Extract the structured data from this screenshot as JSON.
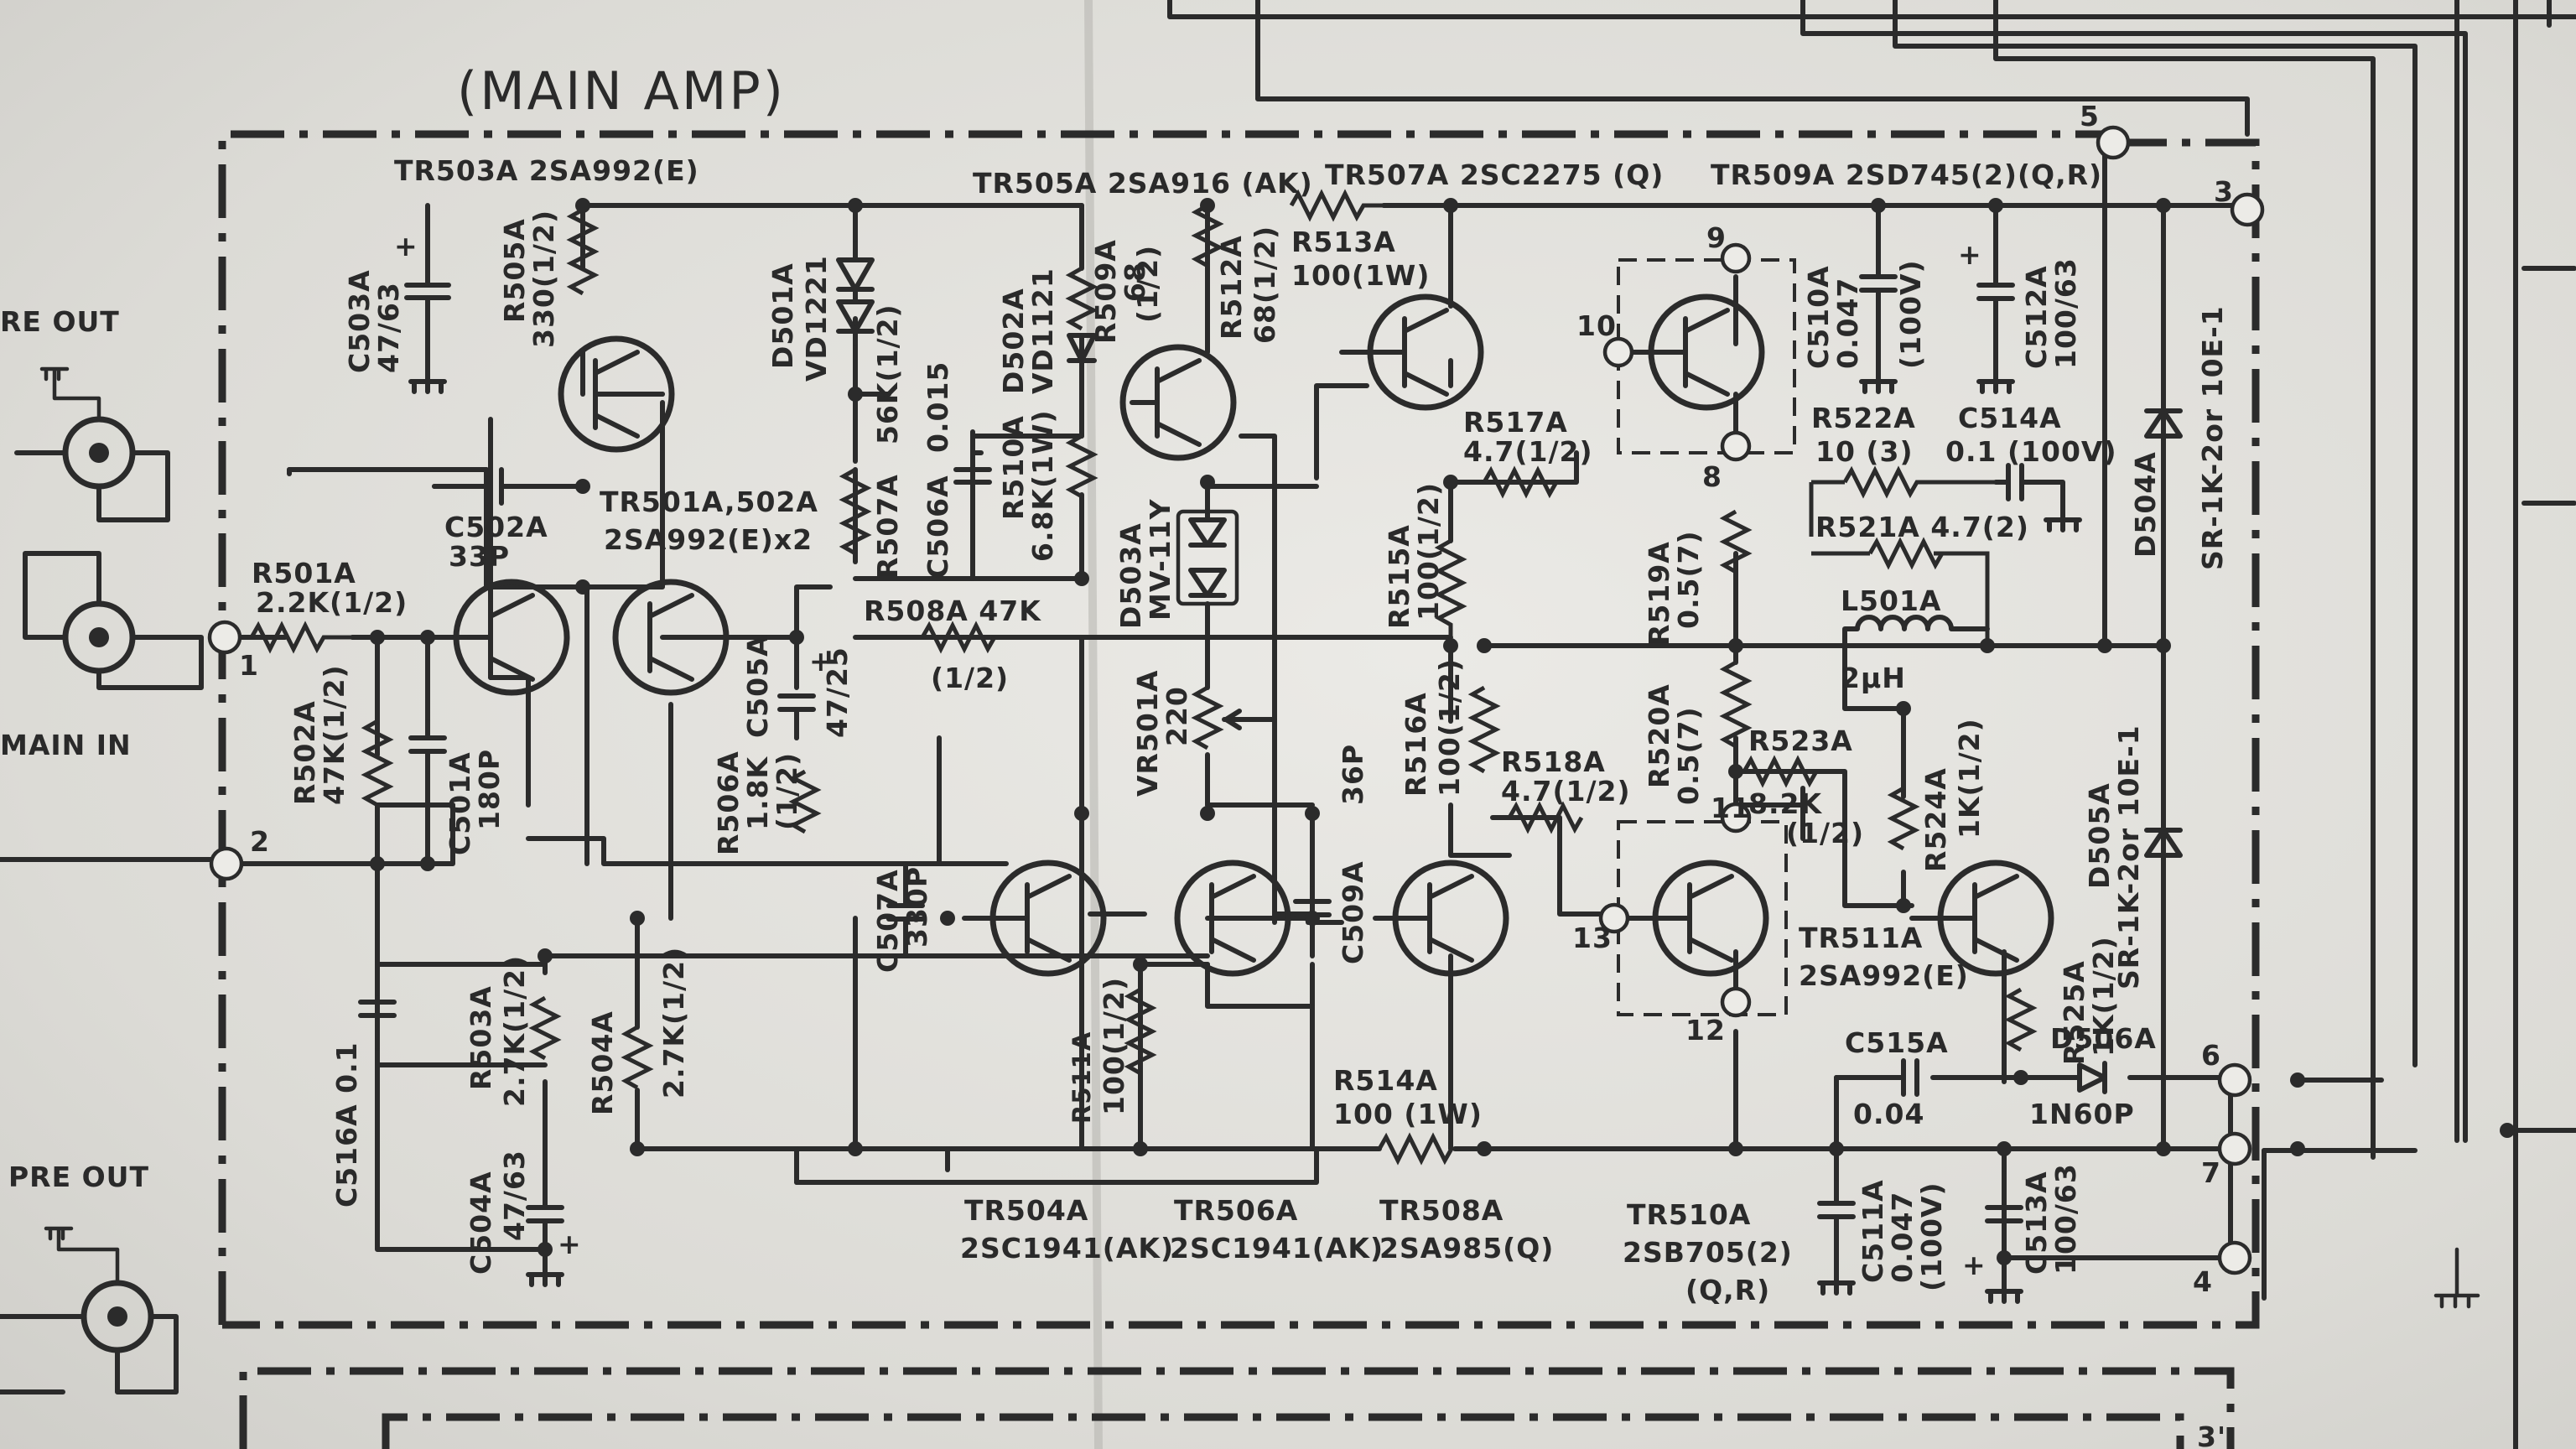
{
  "title": "(MAIN AMP)",
  "io": {
    "pre_out_top": "RE OUT",
    "main_in": "MAIN IN",
    "pre_out_bottom": "PRE OUT"
  },
  "transistors": {
    "tr503a": "TR503A 2SA992(E)",
    "tr505a": "TR505A 2SA916 (AK)",
    "tr507a": "TR507A  2SC2275 (Q)",
    "tr509a": "TR509A  2SD745(2)(Q,R)",
    "tr501a_l1": "TR501A,502A",
    "tr501a_l2": "2SA992(E)x2",
    "tr504a_l1": "TR504A",
    "tr504a_l2": "2SC1941(AK)",
    "tr506a_l1": "TR506A",
    "tr506a_l2": "2SC1941(AK)",
    "tr508a_l1": "TR508A",
    "tr508a_l2": "2SA985(Q)",
    "tr510a_l1": "TR510A",
    "tr510a_l2": "2SB705(2)",
    "tr510a_l3": "(Q,R)",
    "tr511a_l1": "TR511A",
    "tr511a_l2": "2SA992(E)"
  },
  "components": {
    "c503a": "C503A",
    "c503a_v": "47/63",
    "r505a": "R505A",
    "r505a_v": "330(1/2)",
    "d501a": "D501A",
    "d501a_v": "VD1221",
    "r507a": "R507A",
    "r507a_v": "56K(1/2)",
    "c506a": "C506A",
    "c506a_v": "0.015",
    "d502a": "D502A",
    "d502a_v": "VD1121",
    "r509a": "R509A",
    "r509a_v": "68",
    "r512a": "R512A",
    "r512a_v": "68(1/2)",
    "r513a": "R513A",
    "r513a_v": "100(1W)",
    "r510a": "R510A",
    "r510a_v": "6.8K(1W)",
    "d503a": "D503A",
    "d503a_v": "MV-11Y",
    "r517a": "R517A",
    "r517a_v": "4.7(1/2)",
    "r515a": "R515A",
    "r515a_v": "100(1/2)",
    "c510a": "C510A",
    "c510a_v1": "0.047",
    "c510a_v2": "(100V)",
    "c512a": "C512A",
    "c512a_v": "100/63",
    "r522a": "R522A",
    "r522a_v": "10 (3)",
    "c514a": "C514A",
    "c514a_v": "0.1 (100V)",
    "r521a": "R521A  4.7(2)",
    "r519a": "R519A",
    "r519a_v": "0.5(7)",
    "l501a": "L501A",
    "l501a_v": "2μH",
    "d504a": "D504A",
    "d504a_v": "SR-1K-2or 10E-1",
    "c502a": "C502A",
    "c502a_v": "33P",
    "r501a": "R501A",
    "r501a_v": "2.2K(1/2)",
    "r502a": "R502A",
    "r502a_v": "47K(1/2)",
    "c501a": "C501A",
    "c501a_v": "180P",
    "r506a": "R506A",
    "r506a_v": "1.8K",
    "c505a": "C505A",
    "c505a_v1": "(1/2)",
    "c505a_v2": "47/25",
    "r508a": "R508A  47K",
    "r508a_v": "(1/2)",
    "vr501a": "VR501A",
    "vr501a_v": "220",
    "c507a": "C507A",
    "c507a_v": "330P",
    "c509a": "C509A",
    "c509a_v": "36P",
    "r516a": "R516A",
    "r516a_v": "100(1/2)",
    "r518a": "R518A",
    "r518a_v": "4.7(1/2)",
    "r520a": "R520A",
    "r520a_v": "0.5(7)",
    "r523a": "R523A",
    "r523a_v1": "8.2K",
    "r523a_v2": "(1/2)",
    "r524a": "R524A",
    "r524a_v": "1K(1/2)",
    "d505a": "D505A",
    "d505a_v": "SR-1K-2or 10E-1",
    "r525a": "R525A",
    "r525a_v": "1K(1/2)",
    "c516a": "C516A  0.1",
    "r503a": "R503A",
    "r503a_v": "2.7K(1/2)",
    "r504a": "R504A",
    "r504a_v": "2.7K(1/2)",
    "c504a": "C504A",
    "c504a_v": "47/63",
    "r511a": "R511A",
    "r511a_v": "100(1/2)",
    "r514a": "R514A",
    "r514a_v": "100 (1W)",
    "c515a": "C515A",
    "c515a_v": "0.04",
    "d506a": "D506A",
    "d506a_v": "1N60P",
    "c511a": "C511A",
    "c511a_v1": "0.047",
    "c511a_v2": "(100V)",
    "c513a": "C513A",
    "c513a_v": "100/63"
  },
  "terminals": {
    "t1": "1",
    "t2": "2",
    "t3": "3",
    "t4": "4",
    "t5": "5",
    "t6": "6",
    "t7": "7",
    "t8": "8",
    "t9": "9",
    "t10": "10",
    "t11": "11",
    "t12": "12",
    "t13": "13",
    "t3p": "3'"
  },
  "marks": {
    "plus": "+"
  }
}
